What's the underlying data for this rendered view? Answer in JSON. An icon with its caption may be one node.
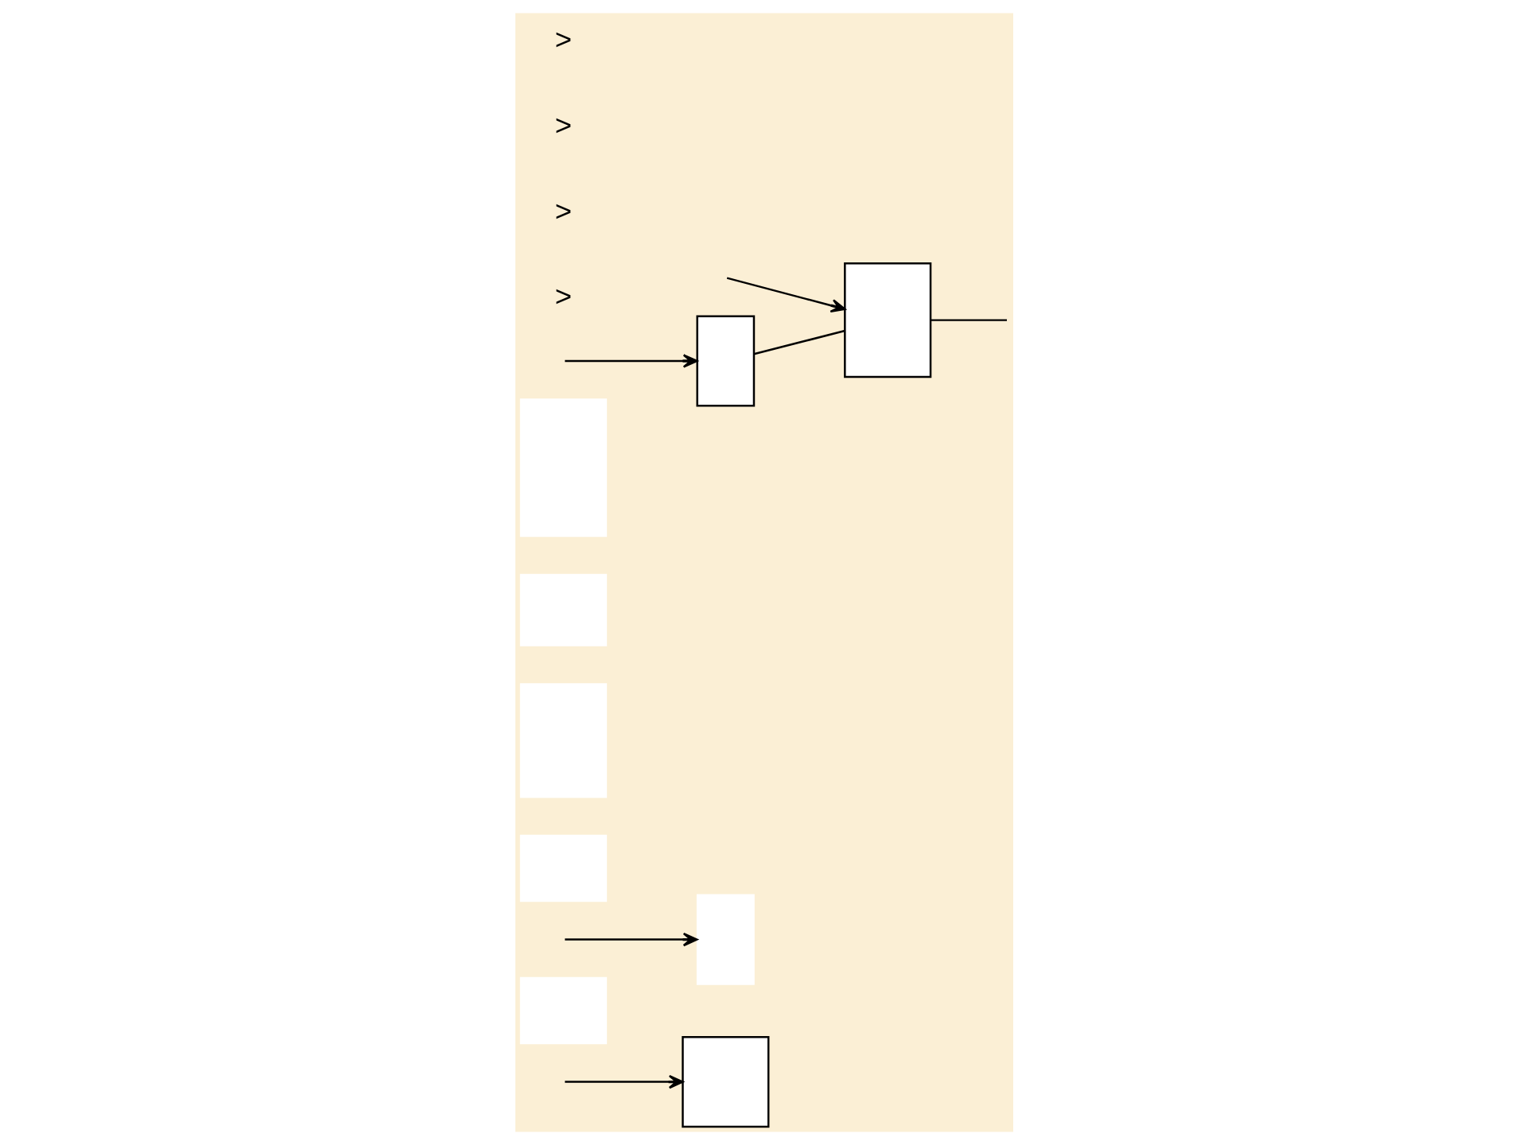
{
  "diagram": {
    "nodes": [
      {
        "text": [],
        "shape": "box"
      },
      {
        "text": [],
        "shape": "box"
      },
      {
        "text": [],
        "shape": "box"
      },
      {
        "text": [],
        "shape": "box"
      },
      {
        "text": [],
        "shape": "box"
      },
      {
        "text": [],
        "shape": "box"
      },
      {
        "text": [],
        "shape": "box"
      },
      {
        "text": [],
        "shape": "box"
      },
      {
        "text": [],
        "shape": "box"
      }
    ],
    "edges": [
      {
        "from": null,
        "to": 0,
        "arrow": "to"
      },
      {
        "from": null,
        "to": 7,
        "arrow": "to"
      },
      {
        "from": null,
        "to": 2,
        "arrow": "to"
      },
      {
        "from": null,
        "to": 8,
        "arrow": "to"
      },
      {
        "from": 7,
        "to": 8,
        "arrow": "none"
      },
      {
        "from": 8,
        "to": null,
        "arrow": "none"
      }
    ],
    "labels": [
      ">",
      ">",
      ">",
      ">"
    ]
  }
}
